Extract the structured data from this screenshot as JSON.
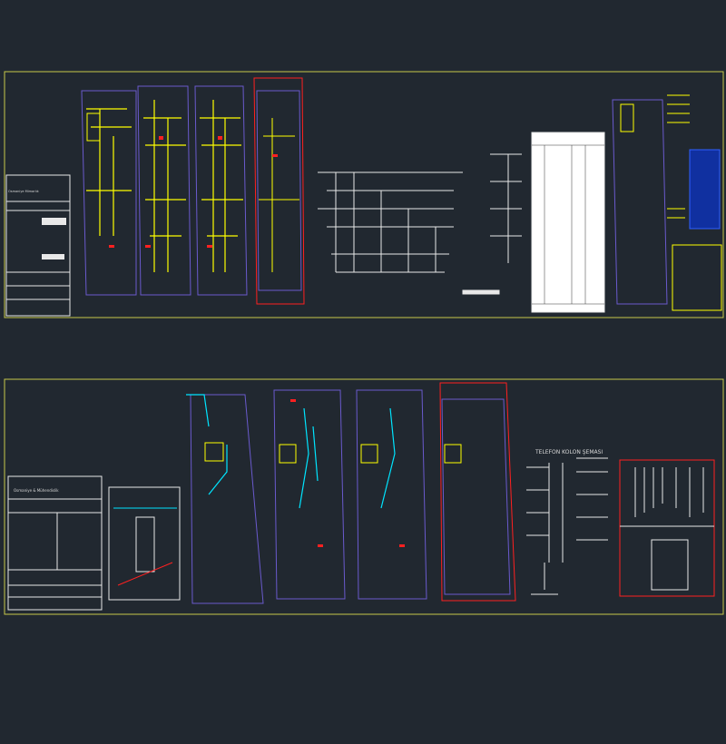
{
  "colors": {
    "background": "#212830",
    "frame": "#c8c84a",
    "wall": "#6a5acd",
    "wire": "#ffff00",
    "tag": "#ff2020",
    "water": "#00e5ff",
    "white": "#e8e8e8"
  },
  "sheet1": {
    "title_block": {
      "company": "Osmaniye Mimarlık"
    },
    "panels": [
      "floor-plan-electrical-1",
      "floor-plan-electrical-2",
      "floor-plan-electrical-3",
      "floor-plan-electrical-4",
      "riser-diagram",
      "load-table",
      "site-plan",
      "legend"
    ]
  },
  "sheet2": {
    "title_block": {
      "company": "Osmaniye & Mühendislik"
    },
    "telephone_diagram_title": "TELEFON KOLON ŞEMASI"
  }
}
